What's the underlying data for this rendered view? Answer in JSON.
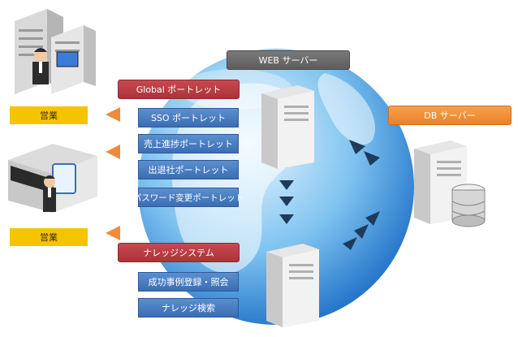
{
  "left": {
    "sales_label_top": "営業",
    "sales_label_bottom": "営業"
  },
  "servers": {
    "web_server": "WEB サーバー",
    "db_server": "DB サーバー"
  },
  "portlets": {
    "global": "Global ポートレット",
    "items": [
      "SSO ポートレット",
      "売上進捗ポートレット",
      "出退社ポートレット",
      "パスワード変更ポートレット"
    ]
  },
  "knowledge": {
    "system": "ナレッジシステム",
    "items": [
      "成功事例登録・照会",
      "ナレッジ検索"
    ]
  },
  "colors": {
    "portlet_blue": "#3b6db3",
    "header_red": "#a8343a",
    "web_gray": "#5d5d5d",
    "db_orange": "#e9822b",
    "sales_yellow": "#f5c400"
  }
}
